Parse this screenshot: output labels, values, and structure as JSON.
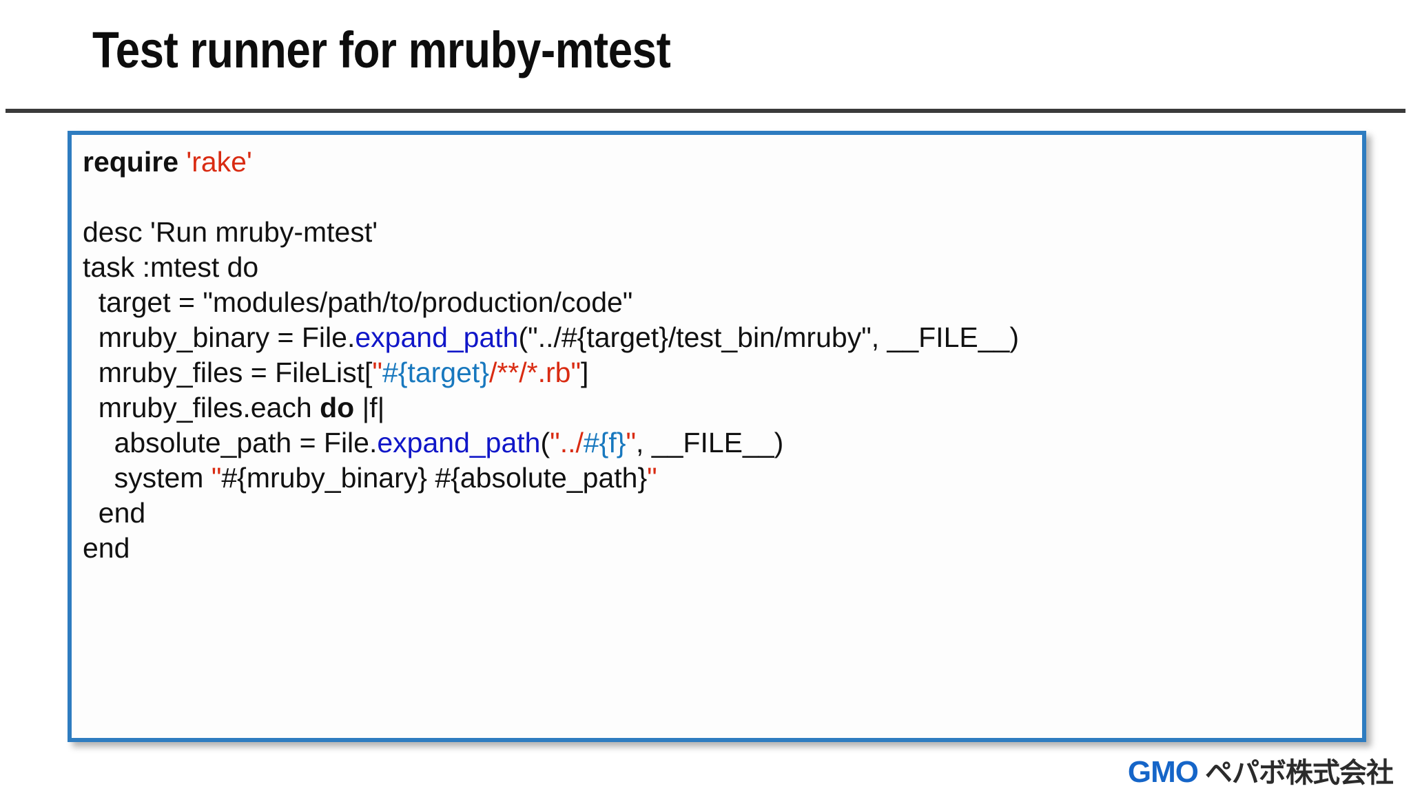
{
  "slide": {
    "title": "Test runner for mruby-mtest"
  },
  "code": {
    "language": "ruby",
    "lines": [
      {
        "id": "line-require",
        "tokens": [
          {
            "text": "require ",
            "style": "kw"
          },
          {
            "text": "'rake'",
            "style": "str"
          }
        ]
      },
      {
        "id": "line-blank-1",
        "tokens": []
      },
      {
        "id": "line-desc",
        "tokens": [
          {
            "text": "desc 'Run mruby-mtest'",
            "style": "plain"
          }
        ]
      },
      {
        "id": "line-task",
        "tokens": [
          {
            "text": "task :mtest do",
            "style": "plain"
          }
        ]
      },
      {
        "id": "line-target",
        "tokens": [
          {
            "text": "  target = \"modules/path/to/production/code\"",
            "style": "plain"
          }
        ]
      },
      {
        "id": "line-mruby-binary",
        "tokens": [
          {
            "text": "  mruby_binary = File.",
            "style": "plain"
          },
          {
            "text": "expand_path",
            "style": "fn"
          },
          {
            "text": "(\"../#{target}/test_bin/mruby\", __FILE__)",
            "style": "plain"
          }
        ]
      },
      {
        "id": "line-mruby-files",
        "tokens": [
          {
            "text": "  mruby_files = FileList[",
            "style": "plain"
          },
          {
            "text": "\"",
            "style": "str"
          },
          {
            "text": "#{target}",
            "style": "interp"
          },
          {
            "text": "/**/*.rb\"",
            "style": "str"
          },
          {
            "text": "]",
            "style": "plain"
          }
        ]
      },
      {
        "id": "line-each",
        "tokens": [
          {
            "text": "  mruby_files.each ",
            "style": "plain"
          },
          {
            "text": "do",
            "style": "kw"
          },
          {
            "text": " |f|",
            "style": "plain"
          }
        ]
      },
      {
        "id": "line-absolute-path",
        "tokens": [
          {
            "text": "    absolute_path = File.",
            "style": "plain"
          },
          {
            "text": "expand_path",
            "style": "fn"
          },
          {
            "text": "(",
            "style": "plain"
          },
          {
            "text": "\"../",
            "style": "str"
          },
          {
            "text": "#{f}",
            "style": "interp"
          },
          {
            "text": "\"",
            "style": "str"
          },
          {
            "text": ", __FILE__)",
            "style": "plain"
          }
        ]
      },
      {
        "id": "line-system",
        "tokens": [
          {
            "text": "    system ",
            "style": "plain"
          },
          {
            "text": "\"",
            "style": "str"
          },
          {
            "text": "#{mruby_binary} #{absolute_path}",
            "style": "plain"
          },
          {
            "text": "\"",
            "style": "str"
          }
        ]
      },
      {
        "id": "line-end-inner",
        "tokens": [
          {
            "text": "  end",
            "style": "plain"
          }
        ]
      },
      {
        "id": "line-end-outer",
        "tokens": [
          {
            "text": "end",
            "style": "plain"
          }
        ]
      }
    ]
  },
  "footer": {
    "logo_gmo": "GMO",
    "logo_jp": "ペパボ株式会社"
  },
  "colors": {
    "title_text": "#0d0d0d",
    "rule": "#3a3a3a",
    "panel_border": "#2e7cc0",
    "panel_bg": "#fdfdfd",
    "code_text": "#111111",
    "string": "#d92b12",
    "function": "#1016c8",
    "interpolation": "#1878be",
    "logo_blue": "#1565c8",
    "logo_dark": "#2b2b2b"
  }
}
